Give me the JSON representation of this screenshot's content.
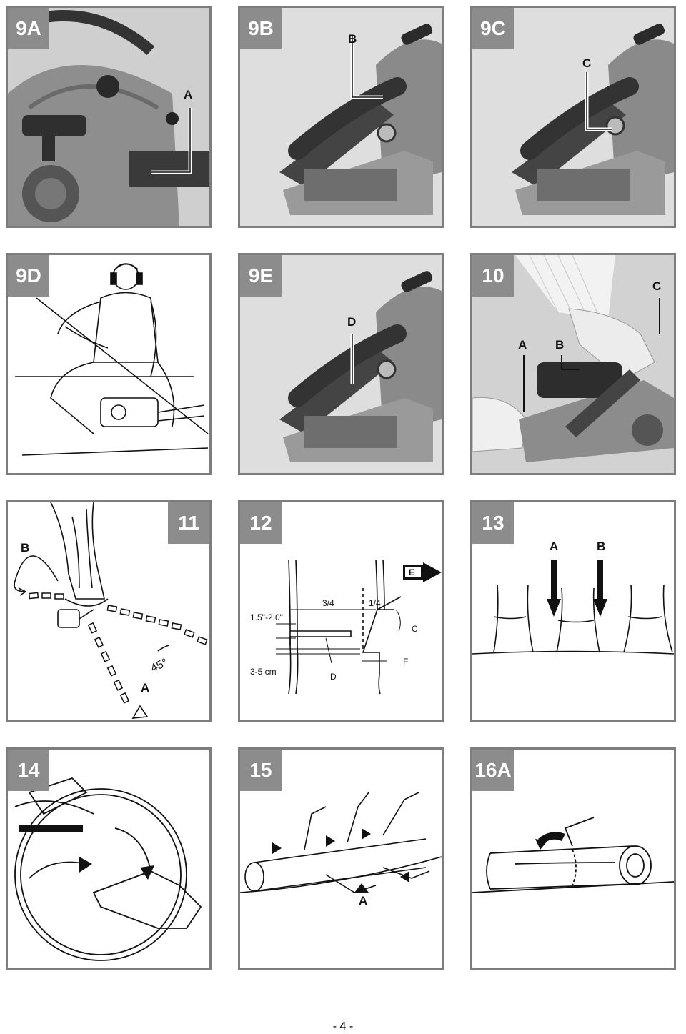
{
  "panels": {
    "p9a": {
      "number": "9A",
      "callouts": [
        "A"
      ]
    },
    "p9b": {
      "number": "9B",
      "callouts": [
        "B"
      ]
    },
    "p9c": {
      "number": "9C",
      "callouts": [
        "C"
      ]
    },
    "p9d": {
      "number": "9D"
    },
    "p9e": {
      "number": "9E",
      "callouts": [
        "D"
      ]
    },
    "p10": {
      "number": "10",
      "callouts": [
        "A",
        "B",
        "C"
      ]
    },
    "p11": {
      "number": "11",
      "callouts": [
        "B",
        "A"
      ],
      "angle": "45°"
    },
    "p12": {
      "number": "12",
      "fraction_left": "3/4",
      "fraction_right": "1/4",
      "depth": "1.5\"-2.0\"",
      "step": "3-5 cm",
      "label_c": "C",
      "label_d": "D",
      "label_f": "F",
      "arrow_label": "E"
    },
    "p13": {
      "number": "13",
      "callouts": [
        "A",
        "B"
      ]
    },
    "p14": {
      "number": "14"
    },
    "p15": {
      "number": "15",
      "callouts": [
        "A"
      ]
    },
    "p16a": {
      "number": "16A"
    }
  },
  "footer": {
    "page_number": "- 4 -"
  }
}
